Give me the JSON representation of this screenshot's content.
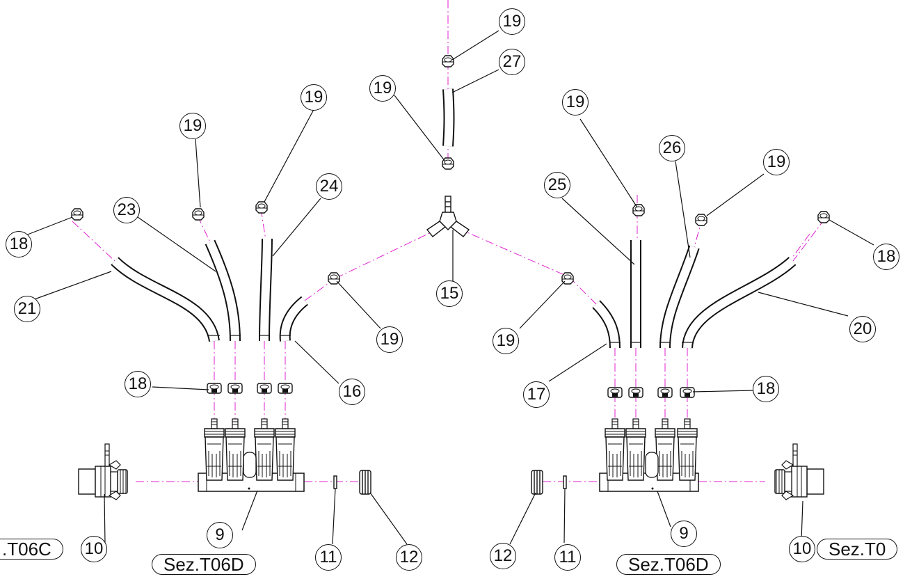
{
  "colors": {
    "centerline": "#e020d0",
    "ink": "#111111",
    "part_fill": "#ffffff"
  },
  "parts": {
    "p9": "9",
    "p10": "10",
    "p11": "11",
    "p12": "12",
    "p15": "15",
    "p16": "16",
    "p17": "17",
    "p18": "18",
    "p19": "19",
    "p20": "20",
    "p21": "21",
    "p23": "23",
    "p24": "24",
    "p25": "25",
    "p26": "26",
    "p27": "27"
  },
  "section_refs": {
    "t06c": ".T06C",
    "t06d": "Sez.T06D",
    "t0": "Sez.T0"
  }
}
